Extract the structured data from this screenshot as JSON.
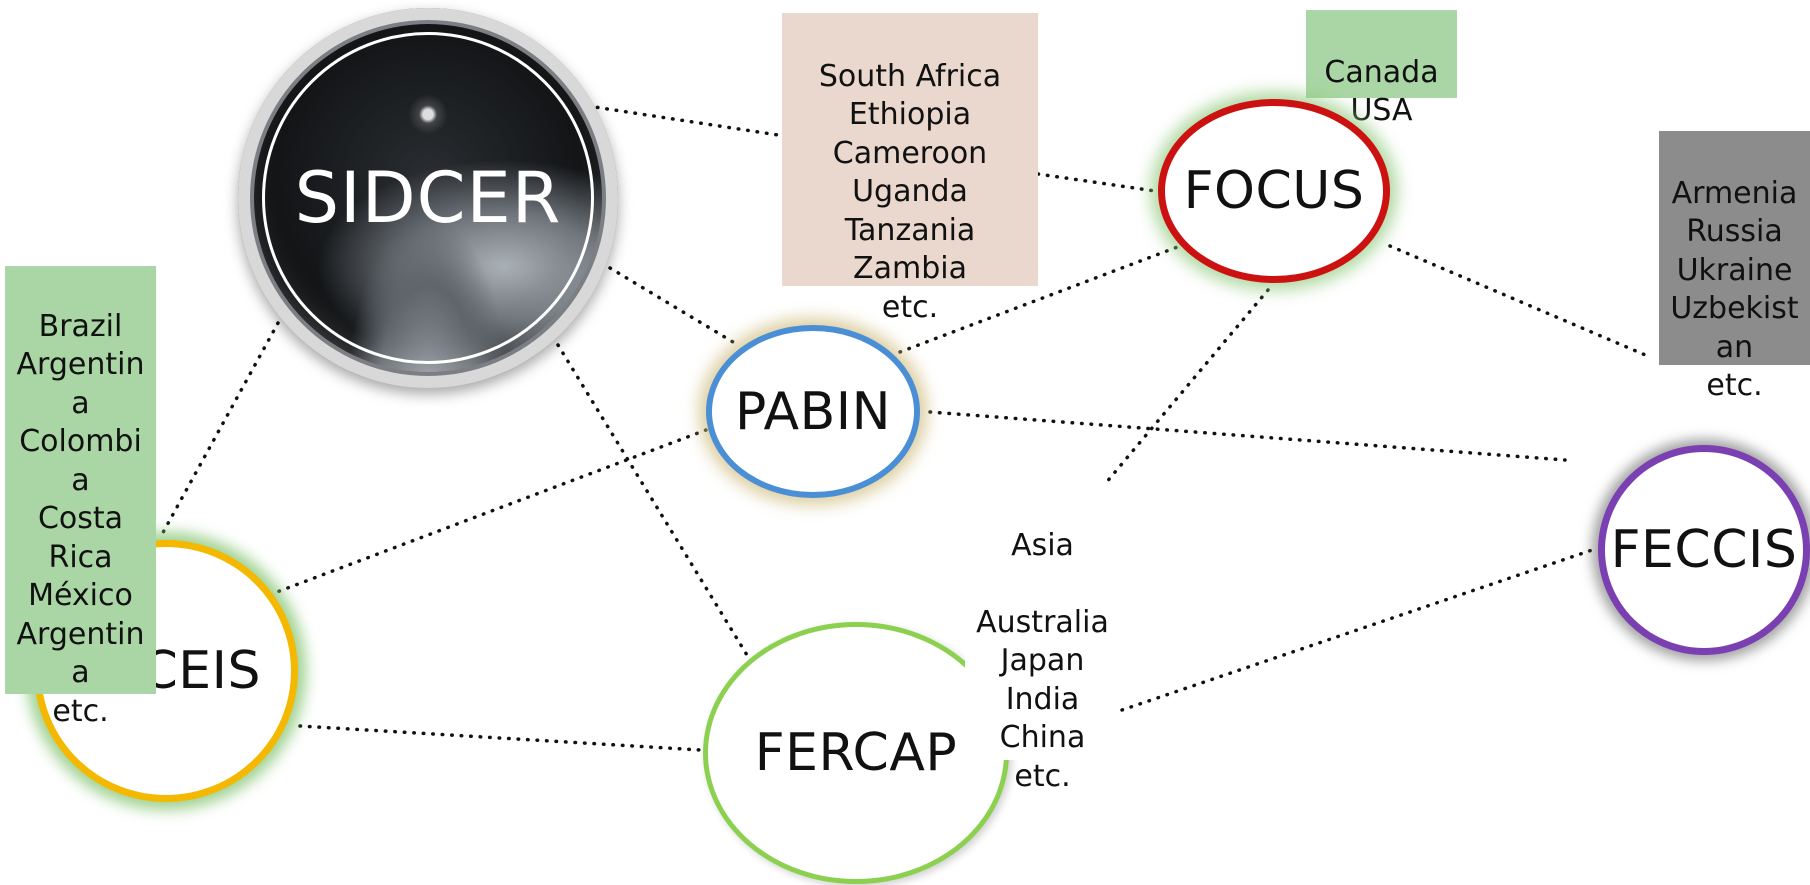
{
  "nodes": {
    "sidcer": "SIDCER",
    "focus": "FOCUS",
    "pabin": "PABIN",
    "fercap": "FERCAP",
    "feccis": "FECCIS",
    "flaceis": "CEIS"
  },
  "regions": {
    "africa": "South Africa\nEthiopia\nCameroon\nUganda\nTanzania\nZambia\netc.",
    "north_america": "Canada\nUSA",
    "eastern_europe": "Armenia\nRussia\nUkraine\nUzbekist\nan\netc.",
    "latin_america": "Brazil\nArgentin\na\nColombi\na\nCosta\nRica\nMéxico\nArgentin\na\netc.",
    "asia_pacific": "Asia\n\nAustralia\nJapan\nIndia\nChina\netc."
  },
  "colors": {
    "focus_ring": "#cc1111",
    "pabin_ring": "#4a8fd6",
    "fercap_ring": "#8cd050",
    "feccis_ring": "#7a3fb0",
    "flaceis_ring": "#f5b800",
    "africa_box": "#ead8cf",
    "north_america_box": "#a9d6a4",
    "eastern_europe_box": "#8c8c8c",
    "latin_america_box": "#a9d6a4"
  }
}
